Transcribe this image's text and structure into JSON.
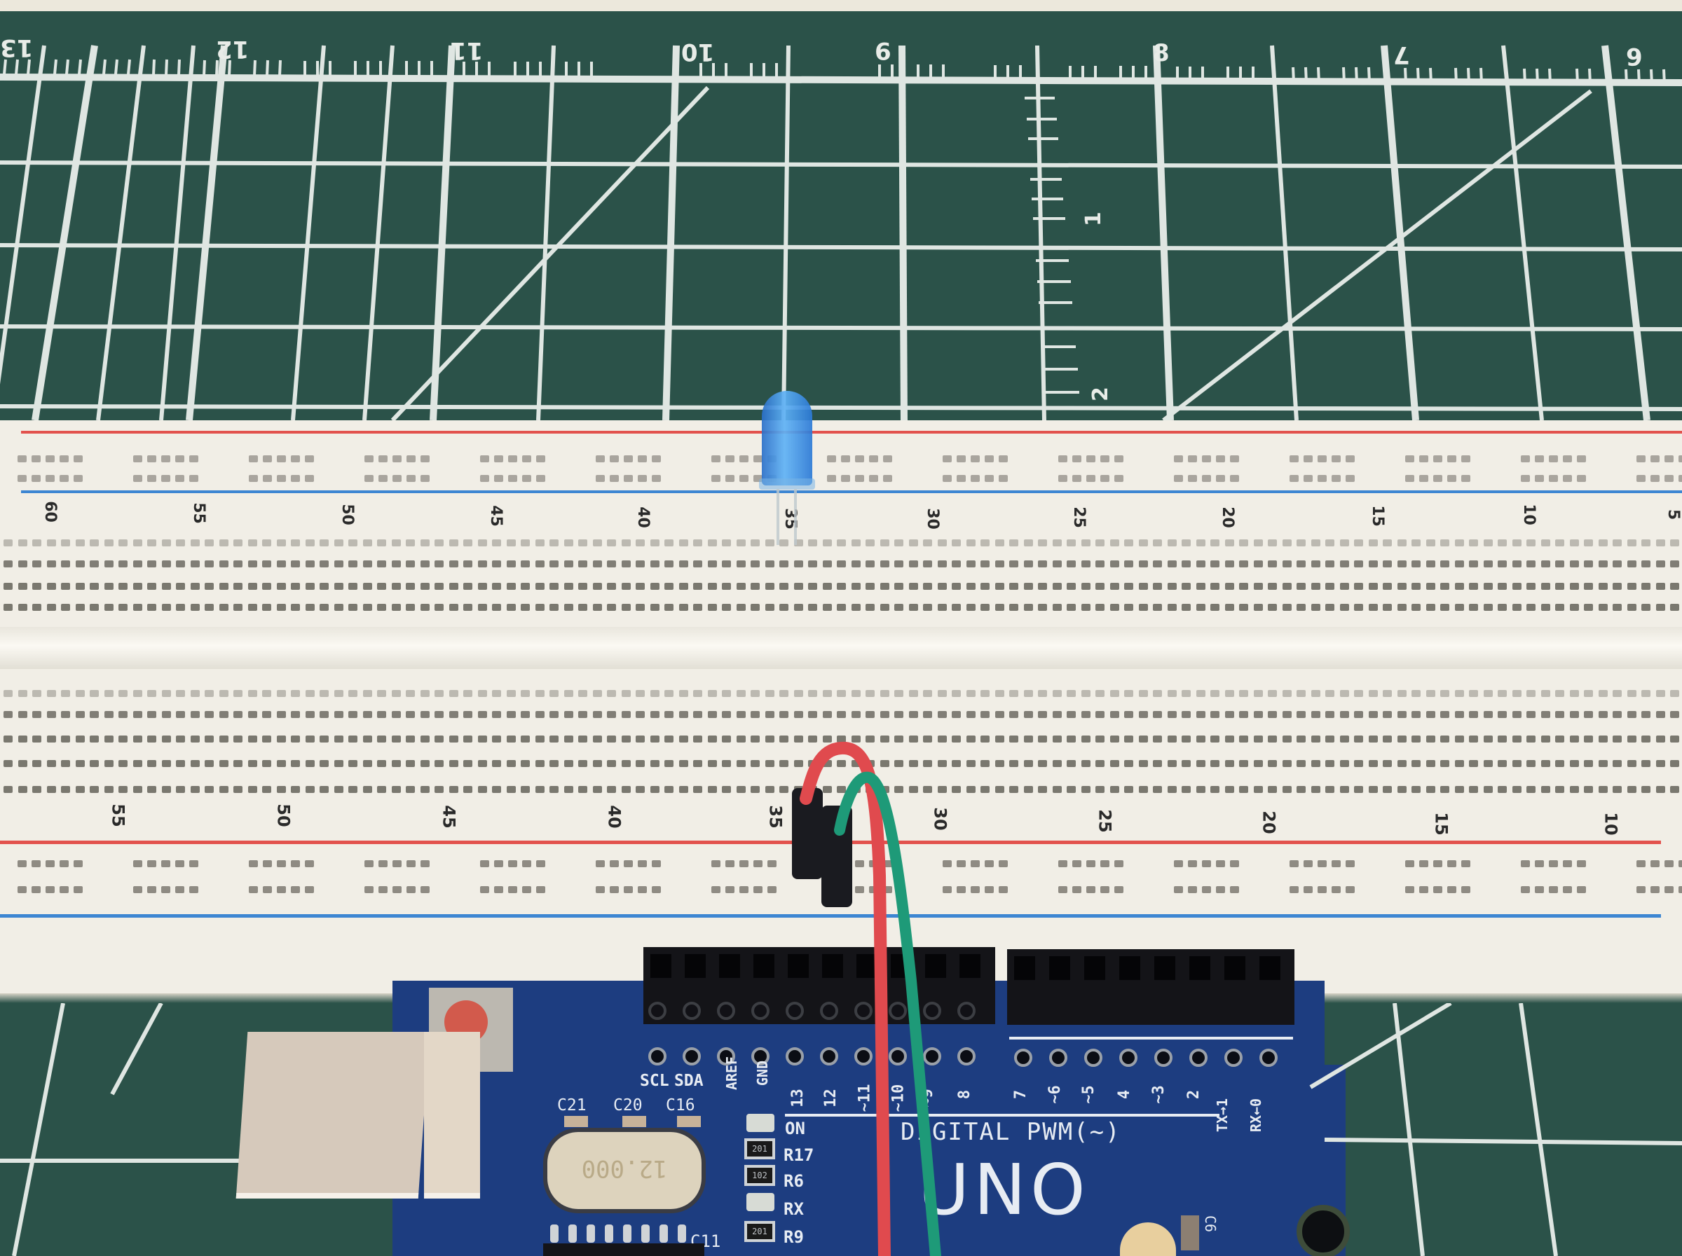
{
  "scene": {
    "description": "Photo of a solderless breadboard with a blue LED and jumper wires connected to an Arduino UNO on a green cutting mat",
    "colors": {
      "mat": "#2b5249",
      "mat_lines": "#dfe6e2",
      "breadboard": "#f1eee6",
      "rail_red": "#e2524d",
      "rail_blue": "#3d86d2",
      "led_blue": "#3a8fe2",
      "wire_red": "#e04a4e",
      "wire_green": "#1e9a78",
      "arduino_pcb": "#1d3d80"
    }
  },
  "cutting_mat": {
    "top_ruler_numbers": [
      "13",
      "12",
      "11",
      "10",
      "9",
      "8",
      "7",
      "6"
    ],
    "side_ruler_numbers": [
      "1",
      "2"
    ]
  },
  "breadboard": {
    "upper_row_labels": [
      "60",
      "55",
      "50",
      "45",
      "40",
      "35",
      "30",
      "25",
      "20",
      "15",
      "10",
      "5"
    ],
    "lower_row_labels": [
      "55",
      "50",
      "45",
      "40",
      "35",
      "30",
      "25",
      "20",
      "15",
      "10"
    ]
  },
  "components": {
    "led": {
      "color": "blue",
      "column": "35"
    },
    "jumper_wires": [
      {
        "color": "red",
        "column": "34"
      },
      {
        "color": "green",
        "column": "33"
      }
    ]
  },
  "arduino": {
    "board_name": "UNO",
    "digital_label": "DIGITAL PWM(~)",
    "left_labels": [
      "SCL",
      "SDA",
      "AREF",
      "GND"
    ],
    "pin_labels": [
      "13",
      "12",
      "~11",
      "~10",
      "~9",
      "8",
      "7",
      "~6",
      "~5",
      "4",
      "~3",
      "2",
      "TX→1",
      "RX←0"
    ],
    "component_labels": [
      "C21",
      "C20",
      "C16",
      "ON",
      "R17",
      "R6",
      "RX",
      "R9",
      "C11",
      "C6"
    ],
    "crystal_label": "12.000",
    "resistor_codes": [
      "201",
      "102",
      "201"
    ]
  }
}
